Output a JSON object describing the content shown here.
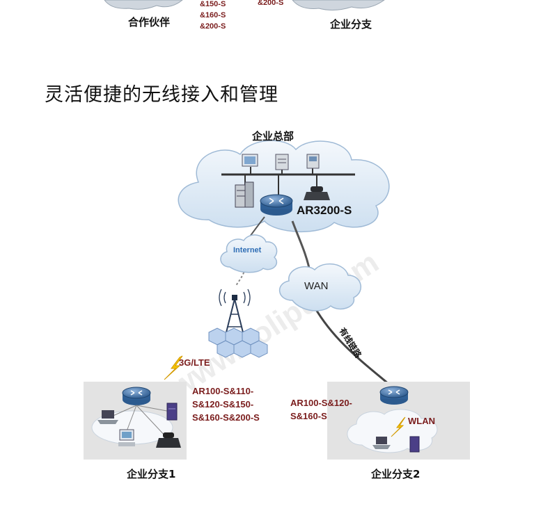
{
  "top_strip": {
    "partner_label": "合作伙伴",
    "branch_label": "企业分支",
    "models_left": [
      "&150-S",
      "&160-S",
      "&200-S"
    ],
    "models_right": "&200-S"
  },
  "section_title": "灵活便捷的无线接入和管理",
  "diagram": {
    "hq_label": "企业总部",
    "hq_router": "AR3200-S",
    "internet_label": "Internet",
    "wan_label": "WAN",
    "wired_link_label": "有线链路",
    "cellular_label": "3G/LTE",
    "branch1": {
      "label": "企业分支1",
      "models": [
        "AR100-S&110-",
        "S&120-S&150-",
        "S&160-S&200-S"
      ]
    },
    "branch2": {
      "label": "企业分支2",
      "models": [
        "AR100-S&120-",
        "S&160-S"
      ],
      "wlan_label": "WLAN"
    },
    "watermark": "www.colipu.com"
  },
  "colors": {
    "model_text": "#7a1c1c",
    "cloud_fill": "#dbe8f4",
    "cloud_stroke": "#9fbad6",
    "branch_box": "#e3e3e3",
    "router_blue": "#3a6da5",
    "bolt": "#f5c400"
  }
}
